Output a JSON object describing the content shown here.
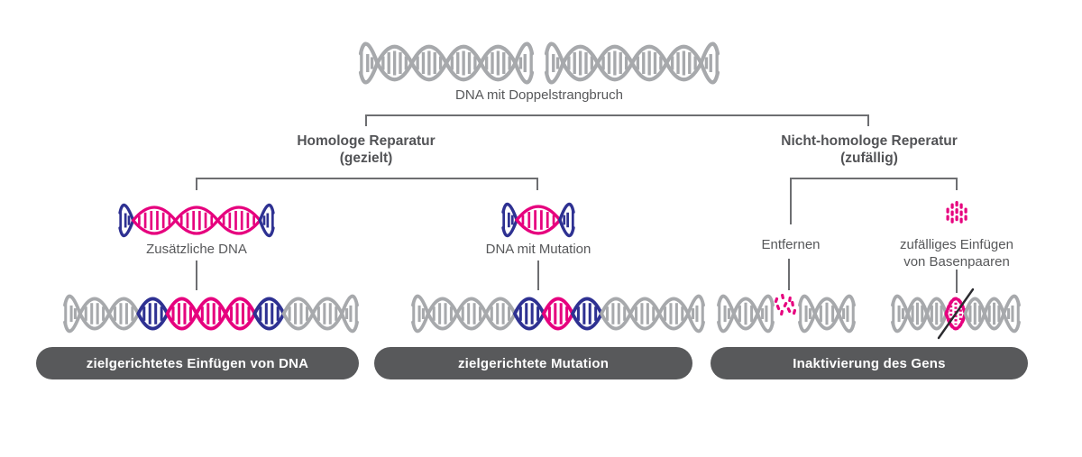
{
  "colors": {
    "gray": "#a7a9ac",
    "navy": "#2e3192",
    "pink": "#e6007e",
    "line": "#6d6e71",
    "text": "#57585a",
    "strike": "#2a2a2e",
    "button_bg": "#58595b",
    "button_text": "#ffffff"
  },
  "header": {
    "dna_label": "DNA mit Doppelstrangbruch"
  },
  "branches": {
    "homolog": {
      "title": "Homologe Reparatur",
      "subtitle": "(gezielt)"
    },
    "nonhomolog": {
      "title": "Nicht-homologe Reperatur",
      "subtitle": "(zufällig)"
    }
  },
  "nodes": {
    "zusatz": {
      "label": "Zusätzliche DNA"
    },
    "mutation": {
      "label": "DNA mit Mutation"
    },
    "entfernen": {
      "label": "Entfernen"
    },
    "einfuegen": {
      "line1": "zufälliges Einfügen",
      "line2": "von Basenpaaren"
    }
  },
  "result_buttons": [
    {
      "label": "zielgerichtetes Einfügen von DNA"
    },
    {
      "label": "zielgerichtete Mutation"
    },
    {
      "label": "Inaktivierung des Gens"
    }
  ],
  "strands": {
    "top_left": {
      "units": [
        "capL:gray",
        "lens:gray",
        "lens:gray",
        "lens:gray",
        "lens:gray",
        "capR:gray"
      ]
    },
    "top_right": {
      "units": [
        "capL:gray",
        "lens:gray",
        "lens:gray",
        "lens:gray",
        "lens:gray",
        "capR:gray"
      ]
    },
    "zusatz_icon": {
      "units": [
        "capL:navy",
        "lens:pink",
        "lens:pink",
        "lens:pink",
        "capR:navy"
      ]
    },
    "mutation_icon": {
      "units": [
        "capL:navy",
        "lens:pink",
        "capR:navy"
      ]
    },
    "insert_icon": {
      "type": "dots"
    },
    "result_insert": {
      "units": [
        "capL:gray",
        "lens:gray",
        "lens:gray",
        "lens:navy",
        "lens:pink",
        "lens:pink",
        "lens:pink",
        "lens:navy",
        "lens:gray",
        "lens:gray",
        "capR:gray"
      ]
    },
    "result_mutation": {
      "units": [
        "capL:gray",
        "lens:gray",
        "lens:gray",
        "lens:gray",
        "lens:navy",
        "lens:pink",
        "lens:navy",
        "lens:gray",
        "lens:gray",
        "lens:gray",
        "capR:gray"
      ]
    },
    "result_remove": {
      "units": [
        "capL:gray",
        "lens:gray",
        "capR:gray",
        "specks:pink",
        "capL:gray",
        "lens:gray",
        "capR:gray"
      ]
    },
    "result_inactive": {
      "units": [
        "capL:gray",
        "lens:gray",
        "lens:gray",
        "dotlens:pink",
        "lens:gray",
        "lens:gray",
        "capR:gray"
      ],
      "strike": true
    }
  }
}
